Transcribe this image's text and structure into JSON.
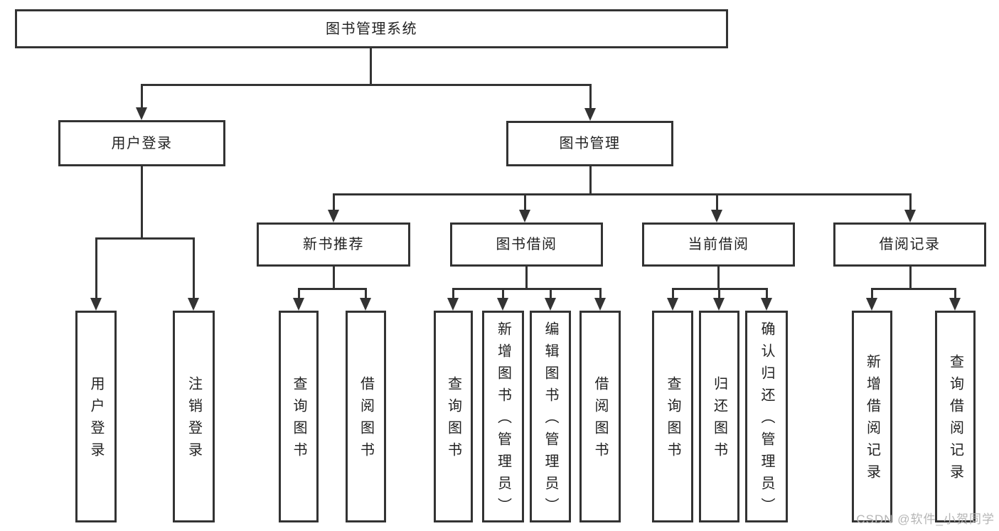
{
  "colors": {
    "line": "#333333",
    "text": "#222222",
    "background": "#ffffff",
    "watermark": "#b5b5b5"
  },
  "watermark": {
    "text": "CSDN @软件_小贺同学"
  },
  "tree": {
    "label": "图书管理系统",
    "children": [
      {
        "label": "用户登录",
        "children": [
          {
            "label": "用户登录"
          },
          {
            "label": "注销登录"
          }
        ]
      },
      {
        "label": "图书管理",
        "children": [
          {
            "label": "新书推荐",
            "children": [
              {
                "label": "查询图书"
              },
              {
                "label": "借阅图书"
              }
            ]
          },
          {
            "label": "图书借阅",
            "children": [
              {
                "label": "查询图书"
              },
              {
                "label": "新增图书（管理员）"
              },
              {
                "label": "编辑图书（管理员）"
              },
              {
                "label": "借阅图书"
              }
            ]
          },
          {
            "label": "当前借阅",
            "children": [
              {
                "label": "查询图书"
              },
              {
                "label": "归还图书"
              },
              {
                "label": "确认归还（管理员）"
              }
            ]
          },
          {
            "label": "借阅记录",
            "children": [
              {
                "label": "新增借阅记录"
              },
              {
                "label": "查询借阅记录"
              }
            ]
          }
        ]
      }
    ]
  }
}
